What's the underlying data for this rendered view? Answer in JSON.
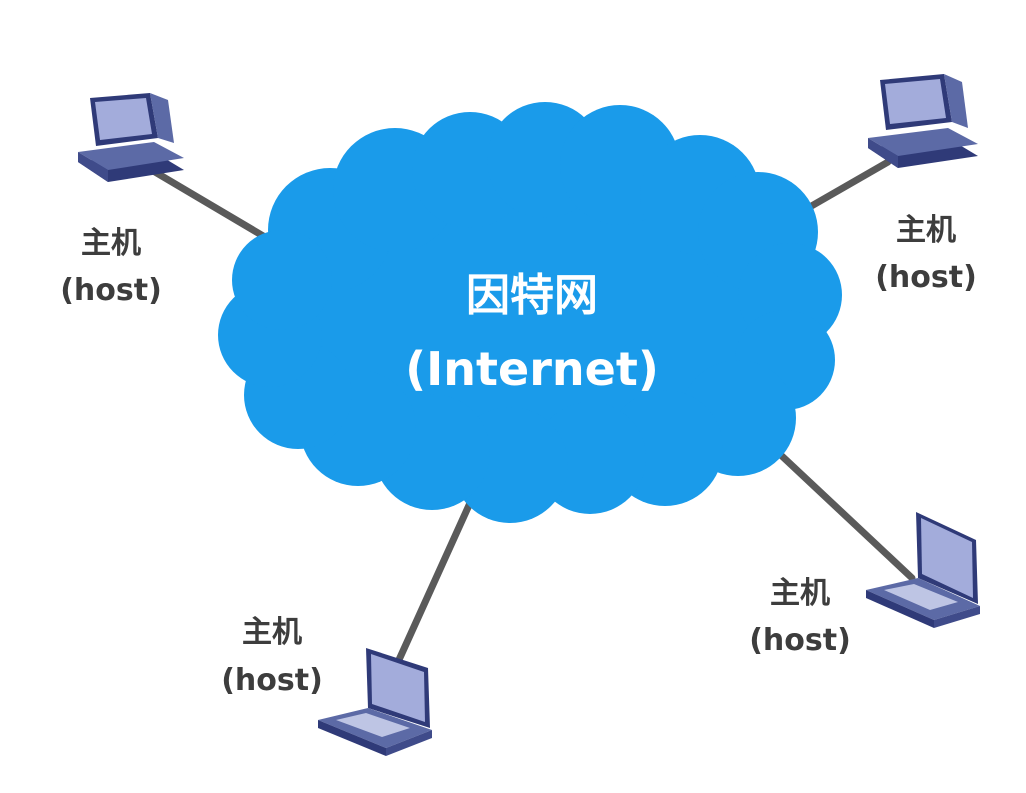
{
  "diagram": {
    "cloud": {
      "label_zh": "因特网",
      "label_en": "(Internet)"
    },
    "hosts": [
      {
        "kind": "desktop",
        "label_zh": "主机",
        "label_en": "(host)"
      },
      {
        "kind": "desktop",
        "label_zh": "主机",
        "label_en": "(host)"
      },
      {
        "kind": "laptop",
        "label_zh": "主机",
        "label_en": "(host)"
      },
      {
        "kind": "laptop",
        "label_zh": "主机",
        "label_en": "(host)"
      }
    ],
    "icons": {
      "desktop": "desktop-computer-icon",
      "laptop": "laptop-computer-icon"
    }
  },
  "colors": {
    "cloud": "#1a9bea",
    "cloud_text": "#ffffff",
    "link": "#5a5a5a",
    "host_text": "#3d3d3d",
    "device_body": "#5c6aa6",
    "device_screen": "#a3acdb",
    "device_dark": "#2f3a78",
    "device_light": "#cfd5ef"
  }
}
